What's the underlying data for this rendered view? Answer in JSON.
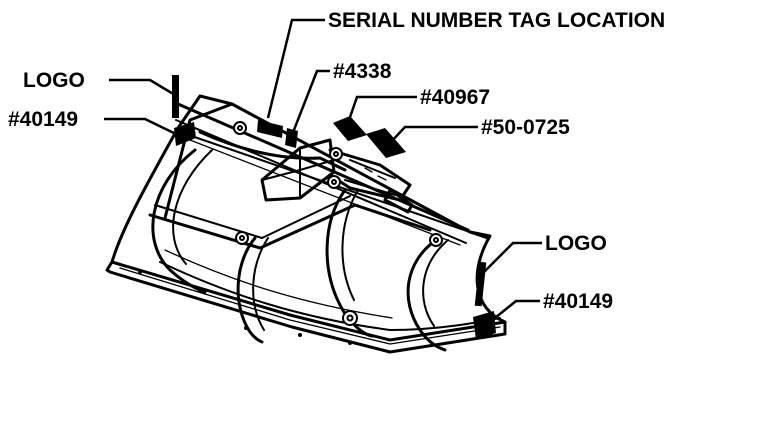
{
  "callouts": {
    "serial_tag": "SERIAL NUMBER TAG LOCATION",
    "decal_4338": "#4338",
    "decal_40967": "#40967",
    "decal_50_0725": "#50-0725",
    "logo_left": "LOGO",
    "decal_40149_left": "#40149",
    "logo_right": "LOGO",
    "decal_40149_right": "#40149"
  }
}
